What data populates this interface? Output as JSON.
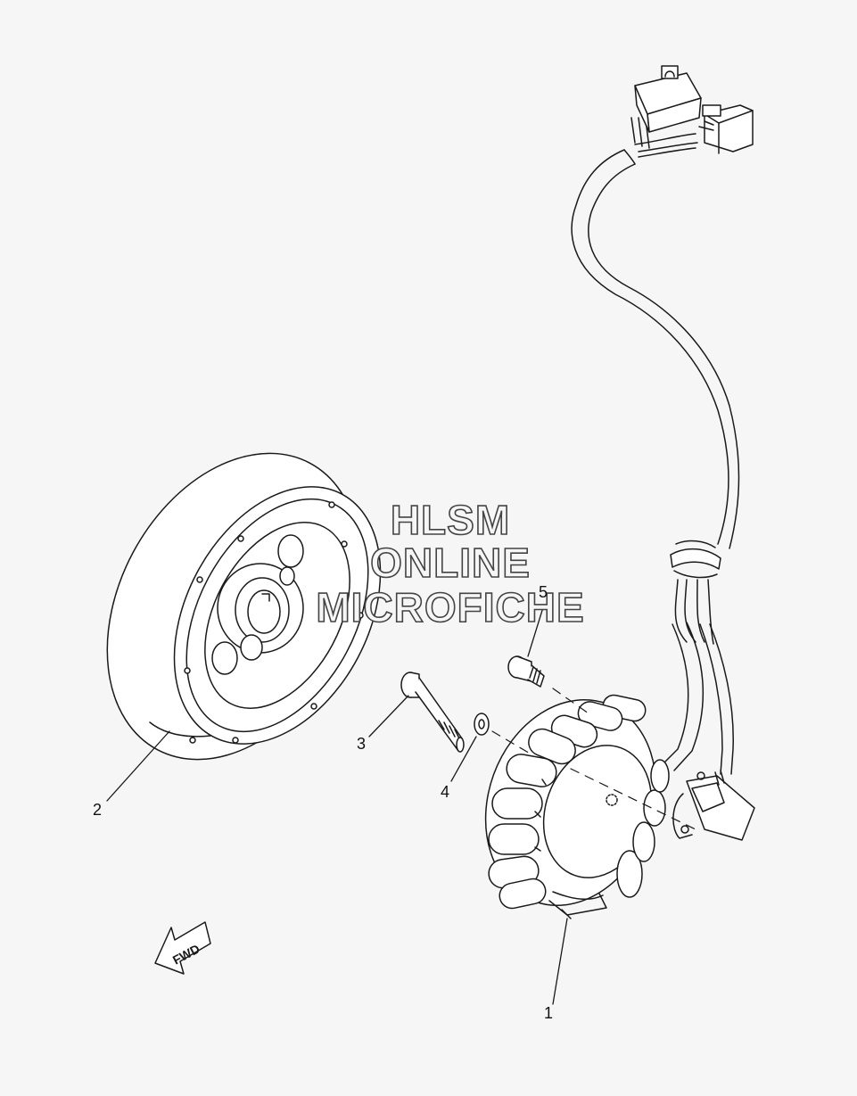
{
  "watermark": {
    "line1": "HLSM",
    "line2": "ONLINE",
    "line3": "MICROFICHE"
  },
  "callouts": [
    "1",
    "2",
    "3",
    "4",
    "5"
  ],
  "fwd_label": "FWD",
  "colors": {
    "ink": "#1a1a1a",
    "background": "#f6f6f6",
    "watermark_stroke": "#444444"
  }
}
